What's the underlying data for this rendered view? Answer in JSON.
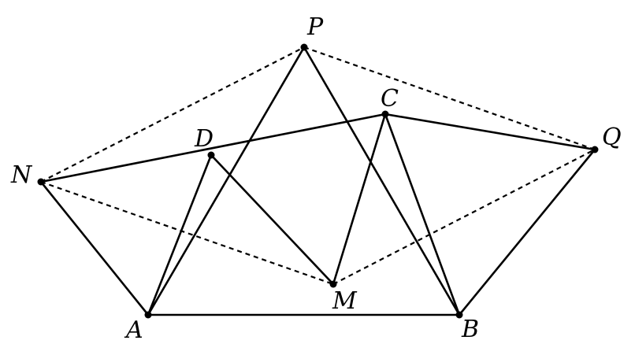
{
  "points": {
    "P": {
      "label": "P"
    },
    "C": {
      "label": "C"
    },
    "D": {
      "label": "D"
    },
    "N": {
      "label": "N"
    },
    "Q": {
      "label": "Q"
    },
    "M": {
      "label": "M"
    },
    "A": {
      "label": "A"
    },
    "B": {
      "label": "B"
    }
  },
  "segments": {
    "solid": [
      [
        "N",
        "C"
      ],
      [
        "C",
        "Q"
      ],
      [
        "N",
        "A"
      ],
      [
        "A",
        "B"
      ],
      [
        "B",
        "Q"
      ],
      [
        "A",
        "P"
      ],
      [
        "P",
        "B"
      ],
      [
        "A",
        "D"
      ],
      [
        "D",
        "M"
      ],
      [
        "M",
        "C"
      ],
      [
        "C",
        "B"
      ]
    ],
    "dashed": [
      [
        "N",
        "P"
      ],
      [
        "P",
        "Q"
      ],
      [
        "N",
        "M"
      ],
      [
        "M",
        "Q"
      ]
    ]
  },
  "colors": {
    "stroke": "#000000",
    "background": "#ffffff"
  }
}
